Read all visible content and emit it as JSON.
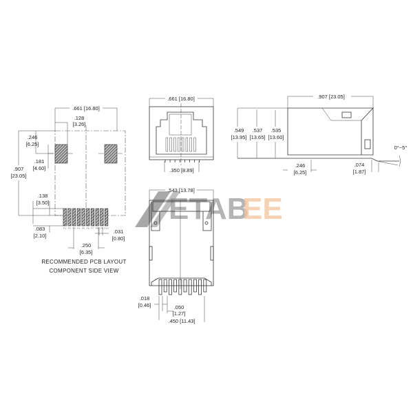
{
  "watermark": {
    "text": "METABEE",
    "gray": "#8a8a8a",
    "orange": "#f2b98a"
  },
  "pcb_layout": {
    "caption_1": "RECOMMENDED PCB LAYOUT",
    "caption_2": "COMPONENT SIDE VIEW",
    "pin_labels": [
      "P1",
      "P2",
      "P3",
      "P4",
      "P5",
      "P6",
      "P7",
      "P8",
      "P9",
      "P10"
    ],
    "dims": {
      "width_in": ".661",
      "width_mm": "[16.80]",
      "pad_w_in": ".128",
      "pad_w_mm": "[3.26]",
      "pad_off_in": ".246",
      "pad_off_mm": "[6.25]",
      "pad_h_in": ".181",
      "pad_h_mm": "[4.60]",
      "height_in": ".907",
      "height_mm": "[23.05]",
      "pin_off_in": ".138",
      "pin_off_mm": "[3.50]",
      "pin_len_in": ".083",
      "pin_len_mm": "[2.10]",
      "pin_w_in": ".031",
      "pin_w_mm": "[0.80]",
      "span_in": ".250",
      "span_mm": "[6.35]"
    }
  },
  "front_view": {
    "width": ".661 [16.80]",
    "pin_span": ".350 [8.89]"
  },
  "side_view": {
    "length": ".907 [23.05]",
    "h1_in": ".549",
    "h1_mm": "[13.95]",
    "h2_in": ".537",
    "h2_mm": "[13.65]",
    "h3_in": ".535",
    "h3_mm": "[13.60]",
    "post_in": ".246",
    "post_mm": "[6.25]",
    "tail_in": ".074",
    "tail_mm": "[1.87]",
    "angle": "0°~5°"
  },
  "bottom_view": {
    "width": ".543 [13.78]",
    "pin_d_in": ".018",
    "pin_d_mm": "[0.46]",
    "pitch_in": ".050",
    "pitch_mm": "[1.27]",
    "span": ".450 [11.43]"
  }
}
